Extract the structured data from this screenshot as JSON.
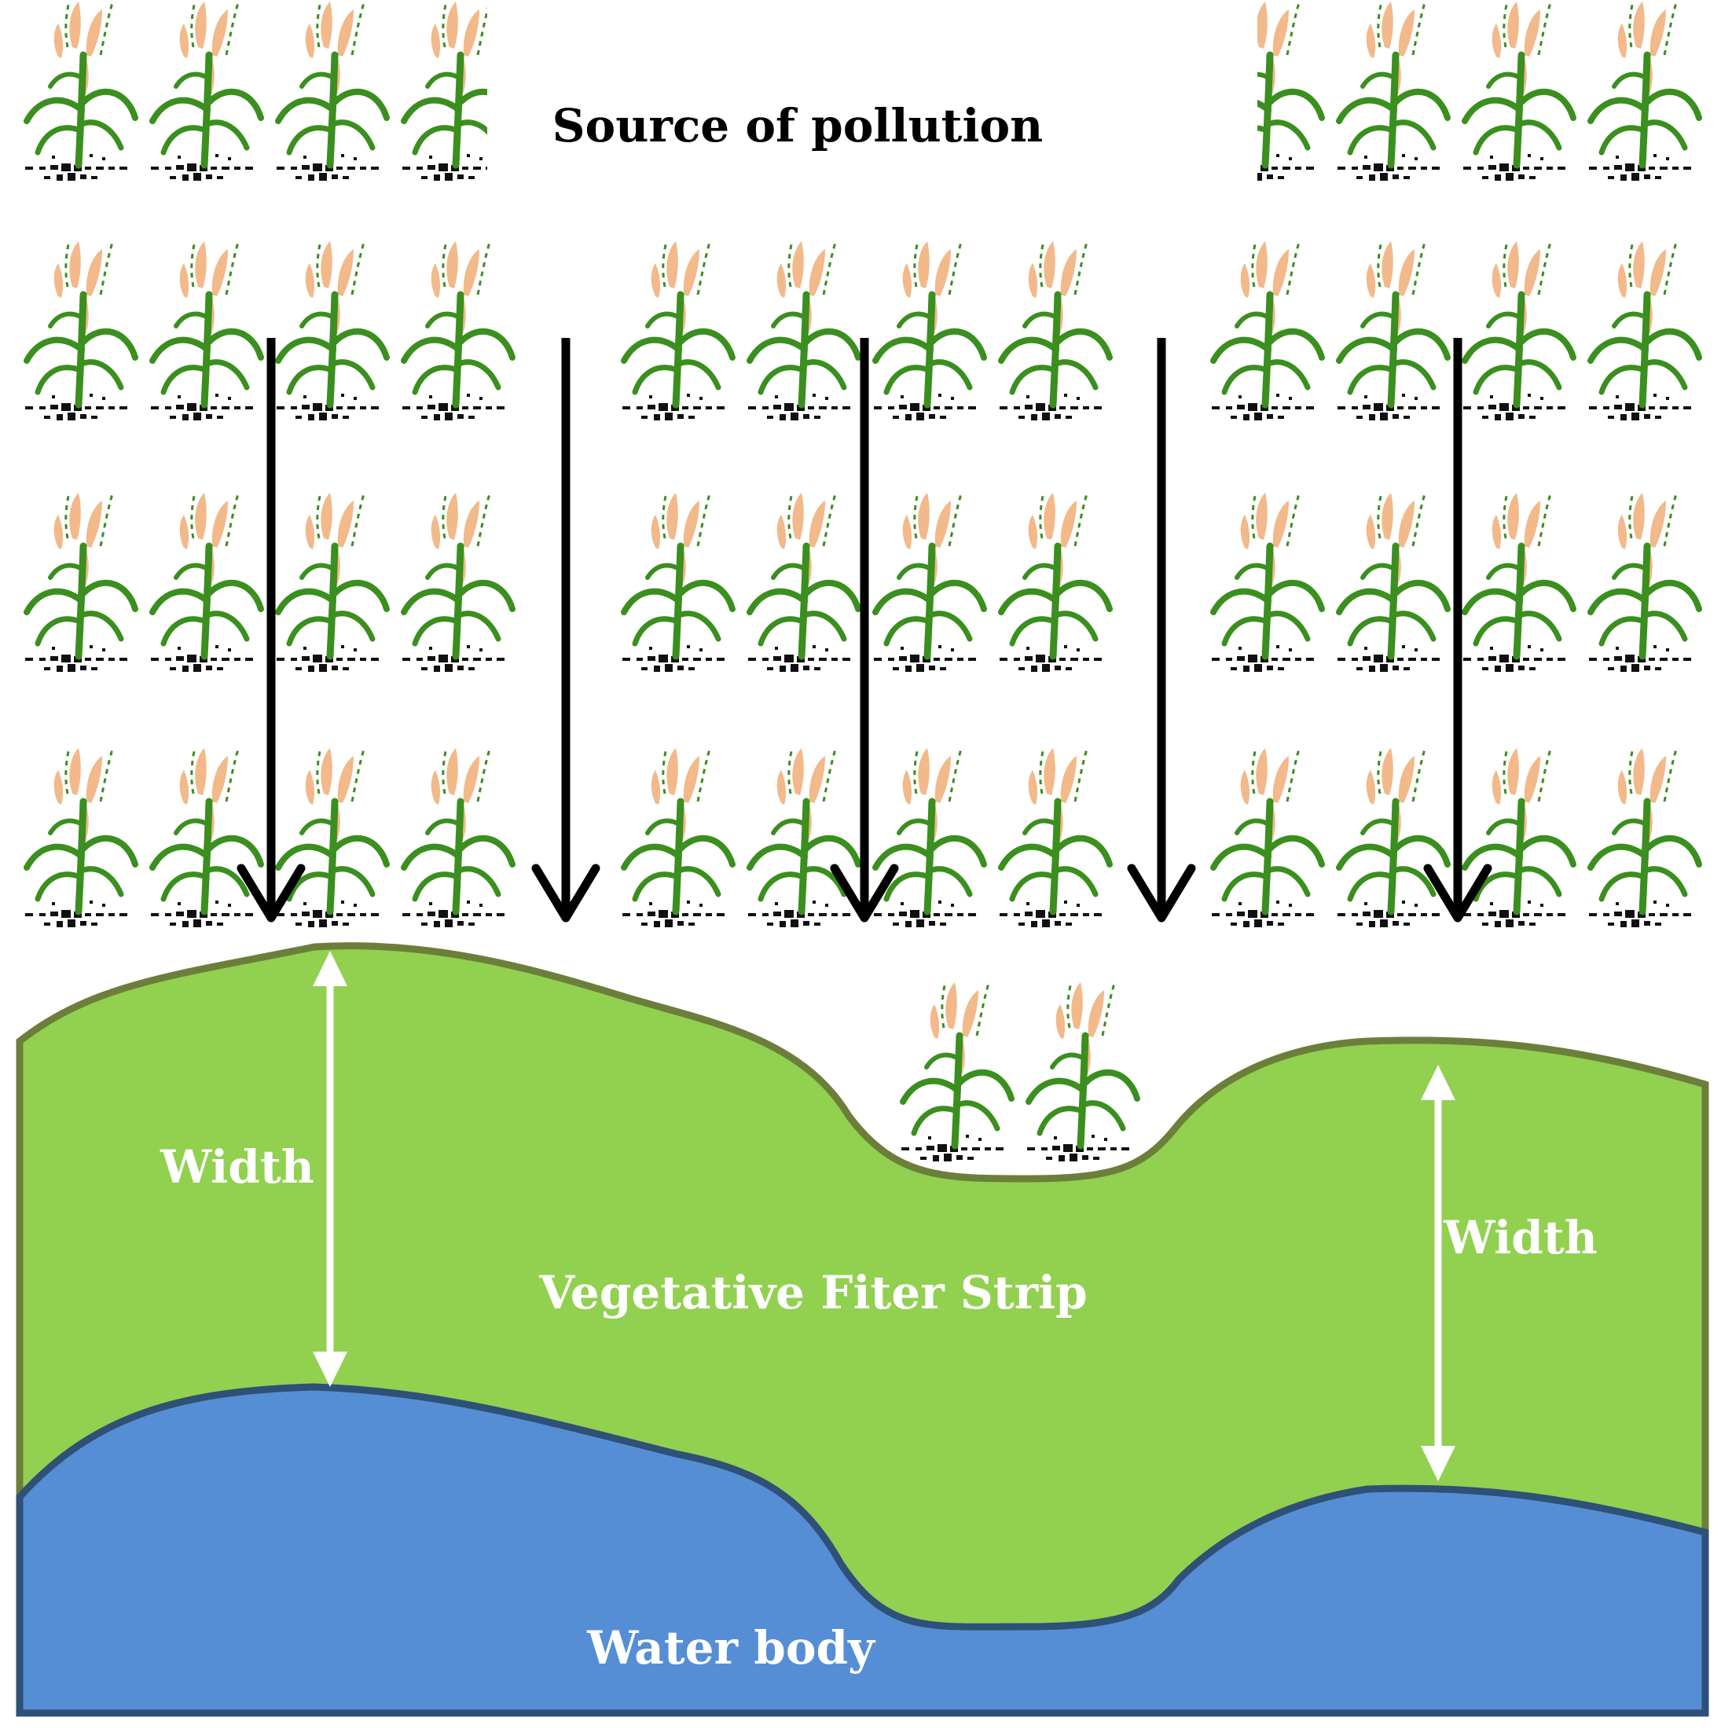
{
  "labels": {
    "source": "Source of pollution",
    "width_left": "Width",
    "width_right": "Width",
    "strip": "Vegetative Fiter Strip",
    "water": "Water body"
  },
  "colors": {
    "strip_fill": "#92d050",
    "strip_edge": "#6b7f3a",
    "water_fill": "#558ed5",
    "water_edge": "#2f5077",
    "label_dark": "#000000",
    "label_light": "#ffffff",
    "arrow": "#000000",
    "leaf": "#3a8f1e",
    "tassel": "#f2b98a",
    "soil": "#111111"
  },
  "icons": {
    "crop": "maize-plant-icon",
    "runoff_arrow": "arrow-down-icon",
    "width_marker": "double-headed-arrow-icon"
  }
}
